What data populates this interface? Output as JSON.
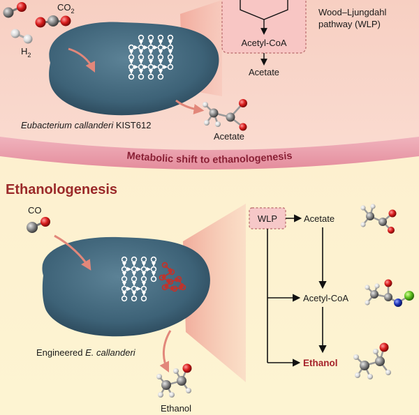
{
  "colors": {
    "top_background": "#f8d3c6",
    "bottom_background": "#fdf3cf",
    "banner": "#e89aa8",
    "heading": "#9b2a2a",
    "bacterium": "#3d6277",
    "engineered_pathway": "#c2322a",
    "arrow_salmon": "#e2877a",
    "wlp_box": "#f6c8c8"
  },
  "top": {
    "gas_co2_label": "CO",
    "gas_co2_sub": "2",
    "gas_h2_label": "H",
    "gas_h2_sub": "2",
    "organism_prefix": "Eubacterium callanderi",
    "organism_suffix": " KIST612",
    "product_label": "Acetate",
    "wlp_box_label": "Acetyl-CoA",
    "wlp_below_label": "Acetate",
    "wlp_caption_line1": "Wood–Ljungdahl",
    "wlp_caption_line2": "pathway (WLP)"
  },
  "banner": {
    "text": "Metabolic shift to ethanologenesis"
  },
  "bottom": {
    "heading": "Ethanologenesis",
    "gas_co_label": "CO",
    "organism_prefix": "Engineered ",
    "organism_italic": "E. callanderi",
    "product_label": "Ethanol",
    "flow": {
      "wlp": "WLP",
      "acetate": "Acetate",
      "acetyl_coa": "Acetyl-CoA",
      "ethanol": "Ethanol"
    }
  },
  "icons": {
    "molecule": "molecule-ball-stick-icon",
    "pathway": "metabolic-network-icon"
  }
}
